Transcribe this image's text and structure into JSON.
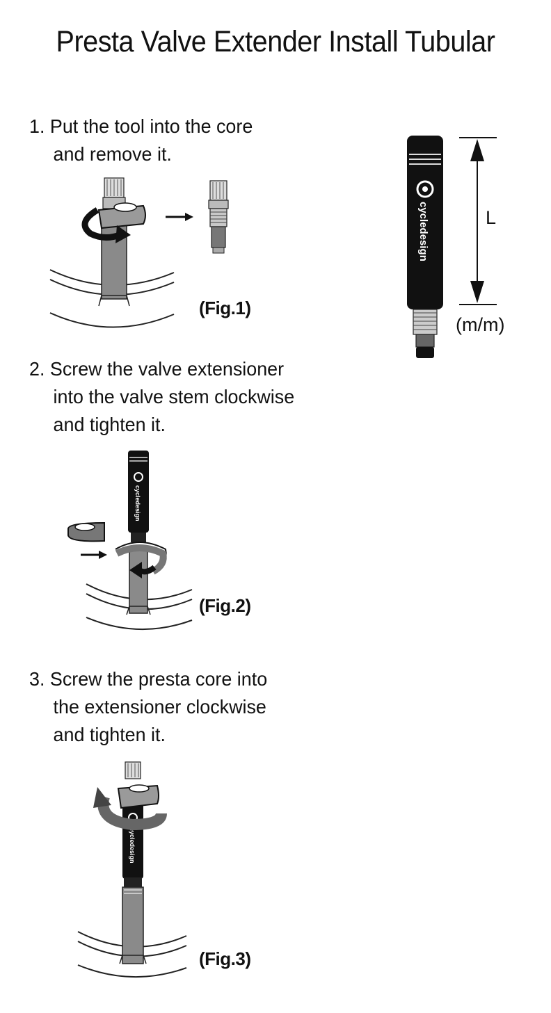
{
  "title": "Presta Valve Extender Install Tubular",
  "steps": [
    {
      "lines": [
        "1. Put the tool into the core",
        "and remove it."
      ],
      "figure": "(Fig.1)"
    },
    {
      "lines": [
        "2. Screw the valve extensioner",
        "into the valve stem clockwise",
        "and tighten it."
      ],
      "figure": "(Fig.2)"
    },
    {
      "lines": [
        "3. Screw the presta core into",
        "the extensioner clockwise",
        "and tighten it."
      ],
      "figure": "(Fig.3)"
    }
  ],
  "extender": {
    "brand": "cycledesign",
    "dimension_label": "L",
    "unit_label": "(m/m)"
  },
  "colors": {
    "ink": "#111111",
    "stem_gray": "#8a8a8a",
    "tool_gray": "#6f6f6f",
    "background": "#ffffff"
  }
}
